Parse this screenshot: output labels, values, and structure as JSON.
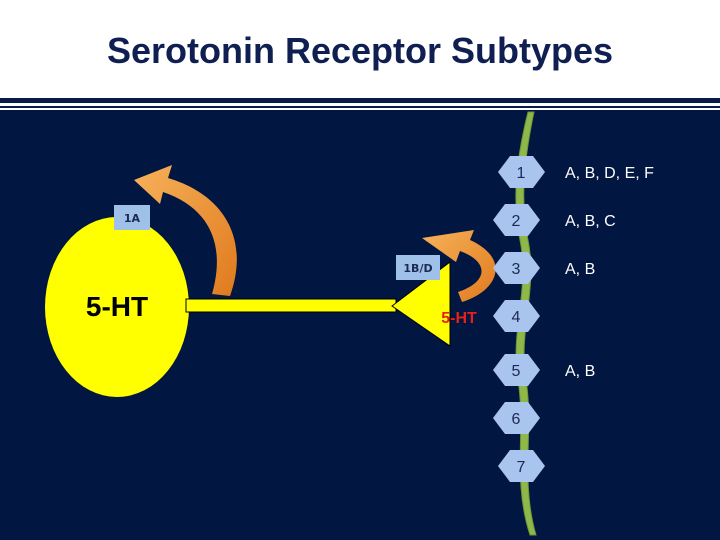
{
  "title": "Serotonin Receptor Subtypes",
  "cell_label": "5-HT",
  "terminal_label": "5-HT",
  "receptor_1a": "1A",
  "receptor_1bd": "1B/D",
  "segments": [
    {
      "number": "1",
      "subtypes": "A, B, D, E, F"
    },
    {
      "number": "2",
      "subtypes": "A, B, C"
    },
    {
      "number": "3",
      "subtypes": "A, B"
    },
    {
      "number": "4",
      "subtypes": ""
    },
    {
      "number": "5",
      "subtypes": "A, B"
    },
    {
      "number": "6",
      "subtypes": ""
    },
    {
      "number": "7",
      "subtypes": ""
    }
  ],
  "colors": {
    "background": "#011641",
    "title": "#0f1f52",
    "cell": "#ffff00",
    "arrow": "#f39a3c",
    "strand": "#8fb84a",
    "segment": "#a9c4ee",
    "receptor_box": "#9fc0e8",
    "terminal_label": "#e8201a"
  }
}
